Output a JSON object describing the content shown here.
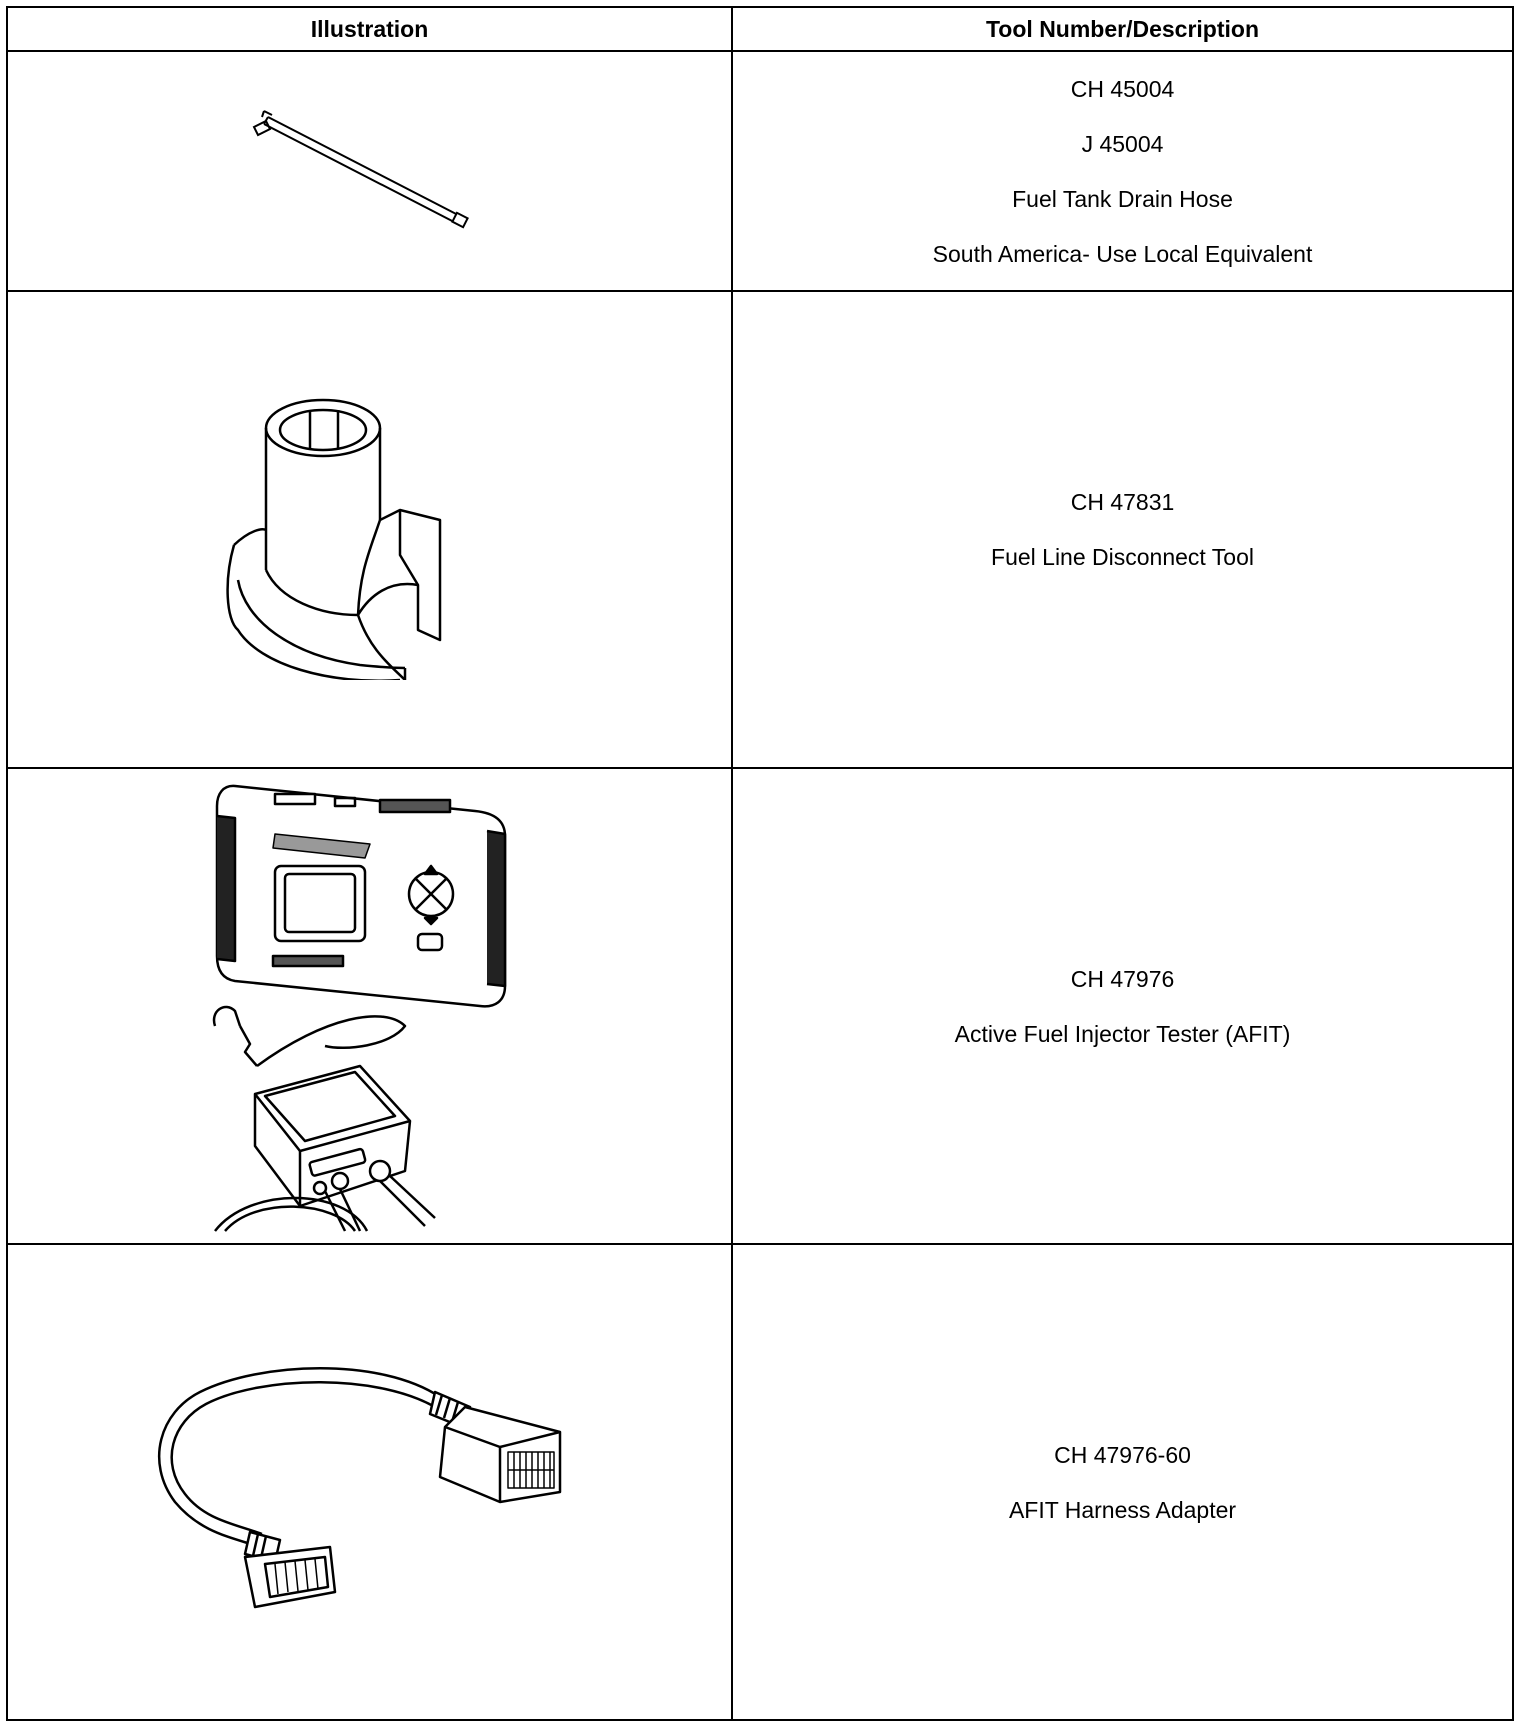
{
  "table": {
    "headers": {
      "illustration": "Illustration",
      "tool": "Tool Number/Description"
    },
    "rows": [
      {
        "illustration_icon": "fuel-tank-drain-hose-drawing",
        "lines": [
          "CH 45004",
          "J 45004",
          "Fuel Tank Drain Hose",
          "South America- Use Local Equivalent"
        ]
      },
      {
        "illustration_icon": "fuel-line-disconnect-tool-drawing",
        "lines": [
          "CH 47831",
          "Fuel Line Disconnect Tool"
        ]
      },
      {
        "illustration_icon": "active-fuel-injector-tester-drawing",
        "lines": [
          "CH 47976",
          "Active Fuel Injector Tester (AFIT)"
        ]
      },
      {
        "illustration_icon": "afit-harness-adapter-drawing",
        "lines": [
          "CH 47976-60",
          "AFIT Harness Adapter"
        ]
      }
    ]
  }
}
